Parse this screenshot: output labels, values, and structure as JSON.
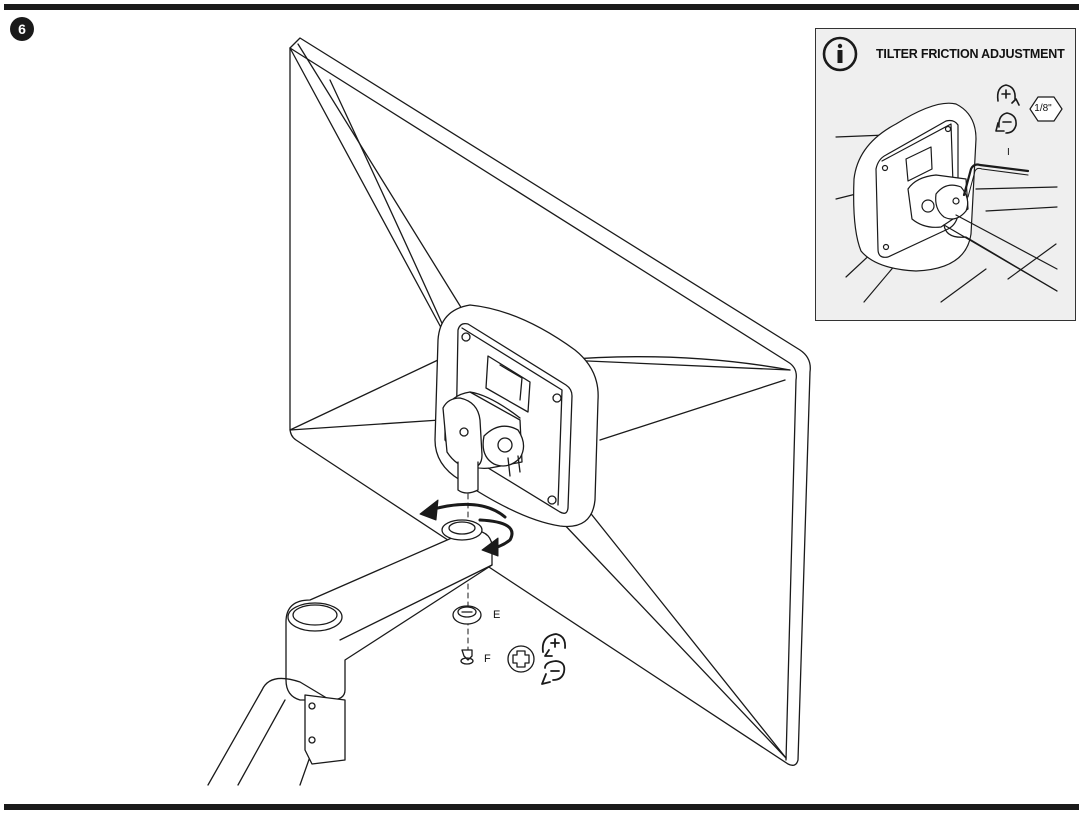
{
  "step": {
    "number": "6"
  },
  "callouts": {
    "e": "E",
    "f": "F",
    "i": "I"
  },
  "info_panel": {
    "title": "TILTER FRICTION ADJUSTMENT",
    "hex_key_size": "1/8\""
  },
  "icons": {
    "step": "step-number-badge",
    "info": "info-icon",
    "tighten": "rotate-clockwise-plus-icon",
    "loosen": "rotate-counterclockwise-minus-icon",
    "screwdriver": "phillips-screwdriver-icon",
    "hex_key": "hex-key-icon"
  },
  "colors": {
    "ink": "#1a1a1a",
    "panel_bg": "#efefef",
    "paper": "#ffffff"
  }
}
